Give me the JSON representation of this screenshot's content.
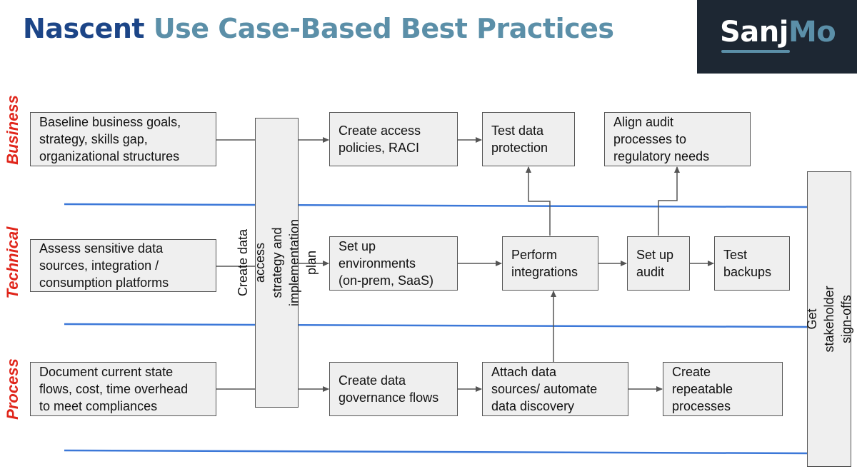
{
  "title": {
    "part1": "Nascent",
    "part2": "Use Case-Based Best Practices"
  },
  "logo": {
    "part1": "Sanj",
    "part2": "Mo"
  },
  "rows": {
    "business": "Business",
    "technical": "Technical",
    "process": "Process"
  },
  "boxes": {
    "baseline_goals": "Baseline business goals,\nstrategy, skills gap,\norganizational structures",
    "assess_sources": "Assess sensitive data\nsources, integration /\nconsumption platforms",
    "document_flows": "Document current state\nflows, cost, time overhead\nto meet compliances",
    "strategy_plan": "Create data access strategy and\nimplementation plan",
    "access_policies": "Create access\npolicies, RACI",
    "test_protection": "Test data\nprotection",
    "align_audit": "Align audit\nprocesses to\nregulatory needs",
    "setup_environments": "Set up\nenvironments\n(on-prem, SaaS)",
    "perform_integrations": "Perform\nintegrations",
    "setup_audit": "Set up\naudit",
    "test_backups": "Test\nbackups",
    "governance_flows": "Create data\ngovernance flows",
    "attach_sources": "Attach data\nsources/ automate\ndata discovery",
    "repeatable_processes": "Create\nrepeatable\nprocesses",
    "signoffs": "Get stakeholder sign-offs"
  },
  "colors": {
    "title_dark": "#1c4587",
    "title_accent": "#5b8fa8",
    "row_label": "#e0261b",
    "swimlane_line": "#3c78d8",
    "box_fill": "#efefef",
    "logo_bg": "#1d2733"
  }
}
